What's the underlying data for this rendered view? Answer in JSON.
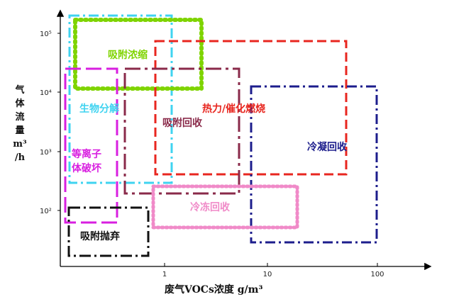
{
  "axes": {
    "y_label": [
      "气",
      "体",
      "流",
      "量",
      "m³",
      "/h"
    ],
    "x_label": "废气VOCs浓度 g/m³",
    "y_ticks": [
      "10⁵",
      "10⁴",
      "10³",
      "10²"
    ],
    "x_ticks": [
      "1",
      "10",
      "100"
    ]
  },
  "regions": [
    {
      "label": "生物分解",
      "color": "#3fd3f0"
    },
    {
      "label": "吸附浓缩",
      "color": "#7fd400"
    },
    {
      "label": "热力/催化燃烧",
      "color": "#e8261f"
    },
    {
      "label": "等离子",
      "color": "#d81fe0"
    },
    {
      "label": "体破坏",
      "color": "#d81fe0"
    },
    {
      "label": "吸附回收",
      "color": "#8a2a4a"
    },
    {
      "label": "冷凝回收",
      "color": "#1c1d8c"
    },
    {
      "label": "冷冻回收",
      "color": "#f08ac8"
    },
    {
      "label": "吸附抛弃",
      "color": "#111111"
    }
  ]
}
